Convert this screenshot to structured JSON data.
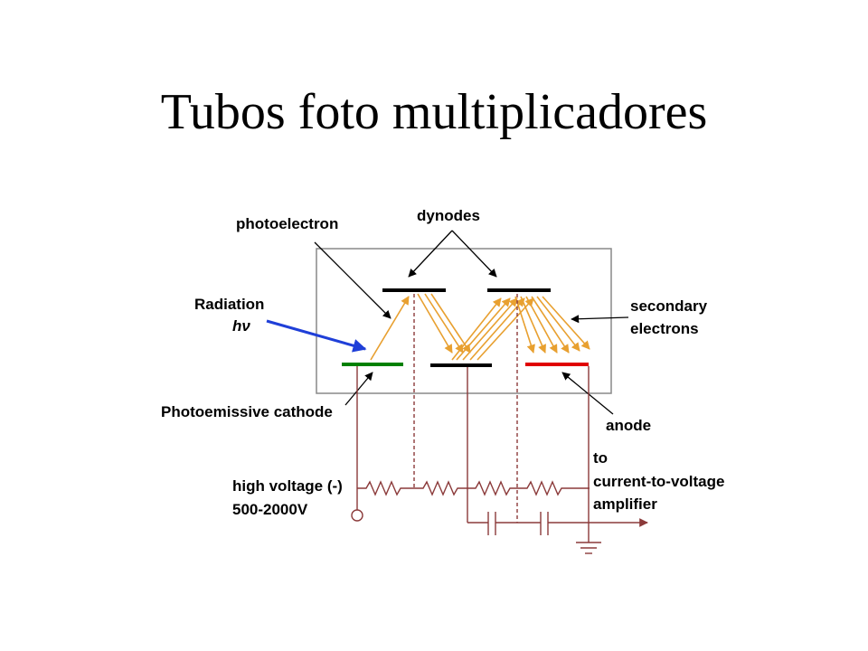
{
  "title": "Tubos foto multiplicadores",
  "labels": {
    "photoelectron": "photoelectron",
    "dynodes": "dynodes",
    "radiation": "Radiation",
    "hv": "hν",
    "secondary_line1": "secondary",
    "secondary_line2": "electrons",
    "photoemissive_cathode": "Photoemissive cathode",
    "anode": "anode",
    "to": "to",
    "current_to_voltage": "current-to-voltage",
    "amplifier": "amplifier",
    "high_voltage": "high voltage (-)",
    "voltage_range": "500-2000V"
  },
  "colors": {
    "cathode": "#008000",
    "anode": "#e00000",
    "dynode": "#000000",
    "radiation_arrow": "#1f3fd8",
    "electron_arrows": "#e8a030",
    "circuit": "#8b3a3a",
    "enclosure": "#888888"
  }
}
